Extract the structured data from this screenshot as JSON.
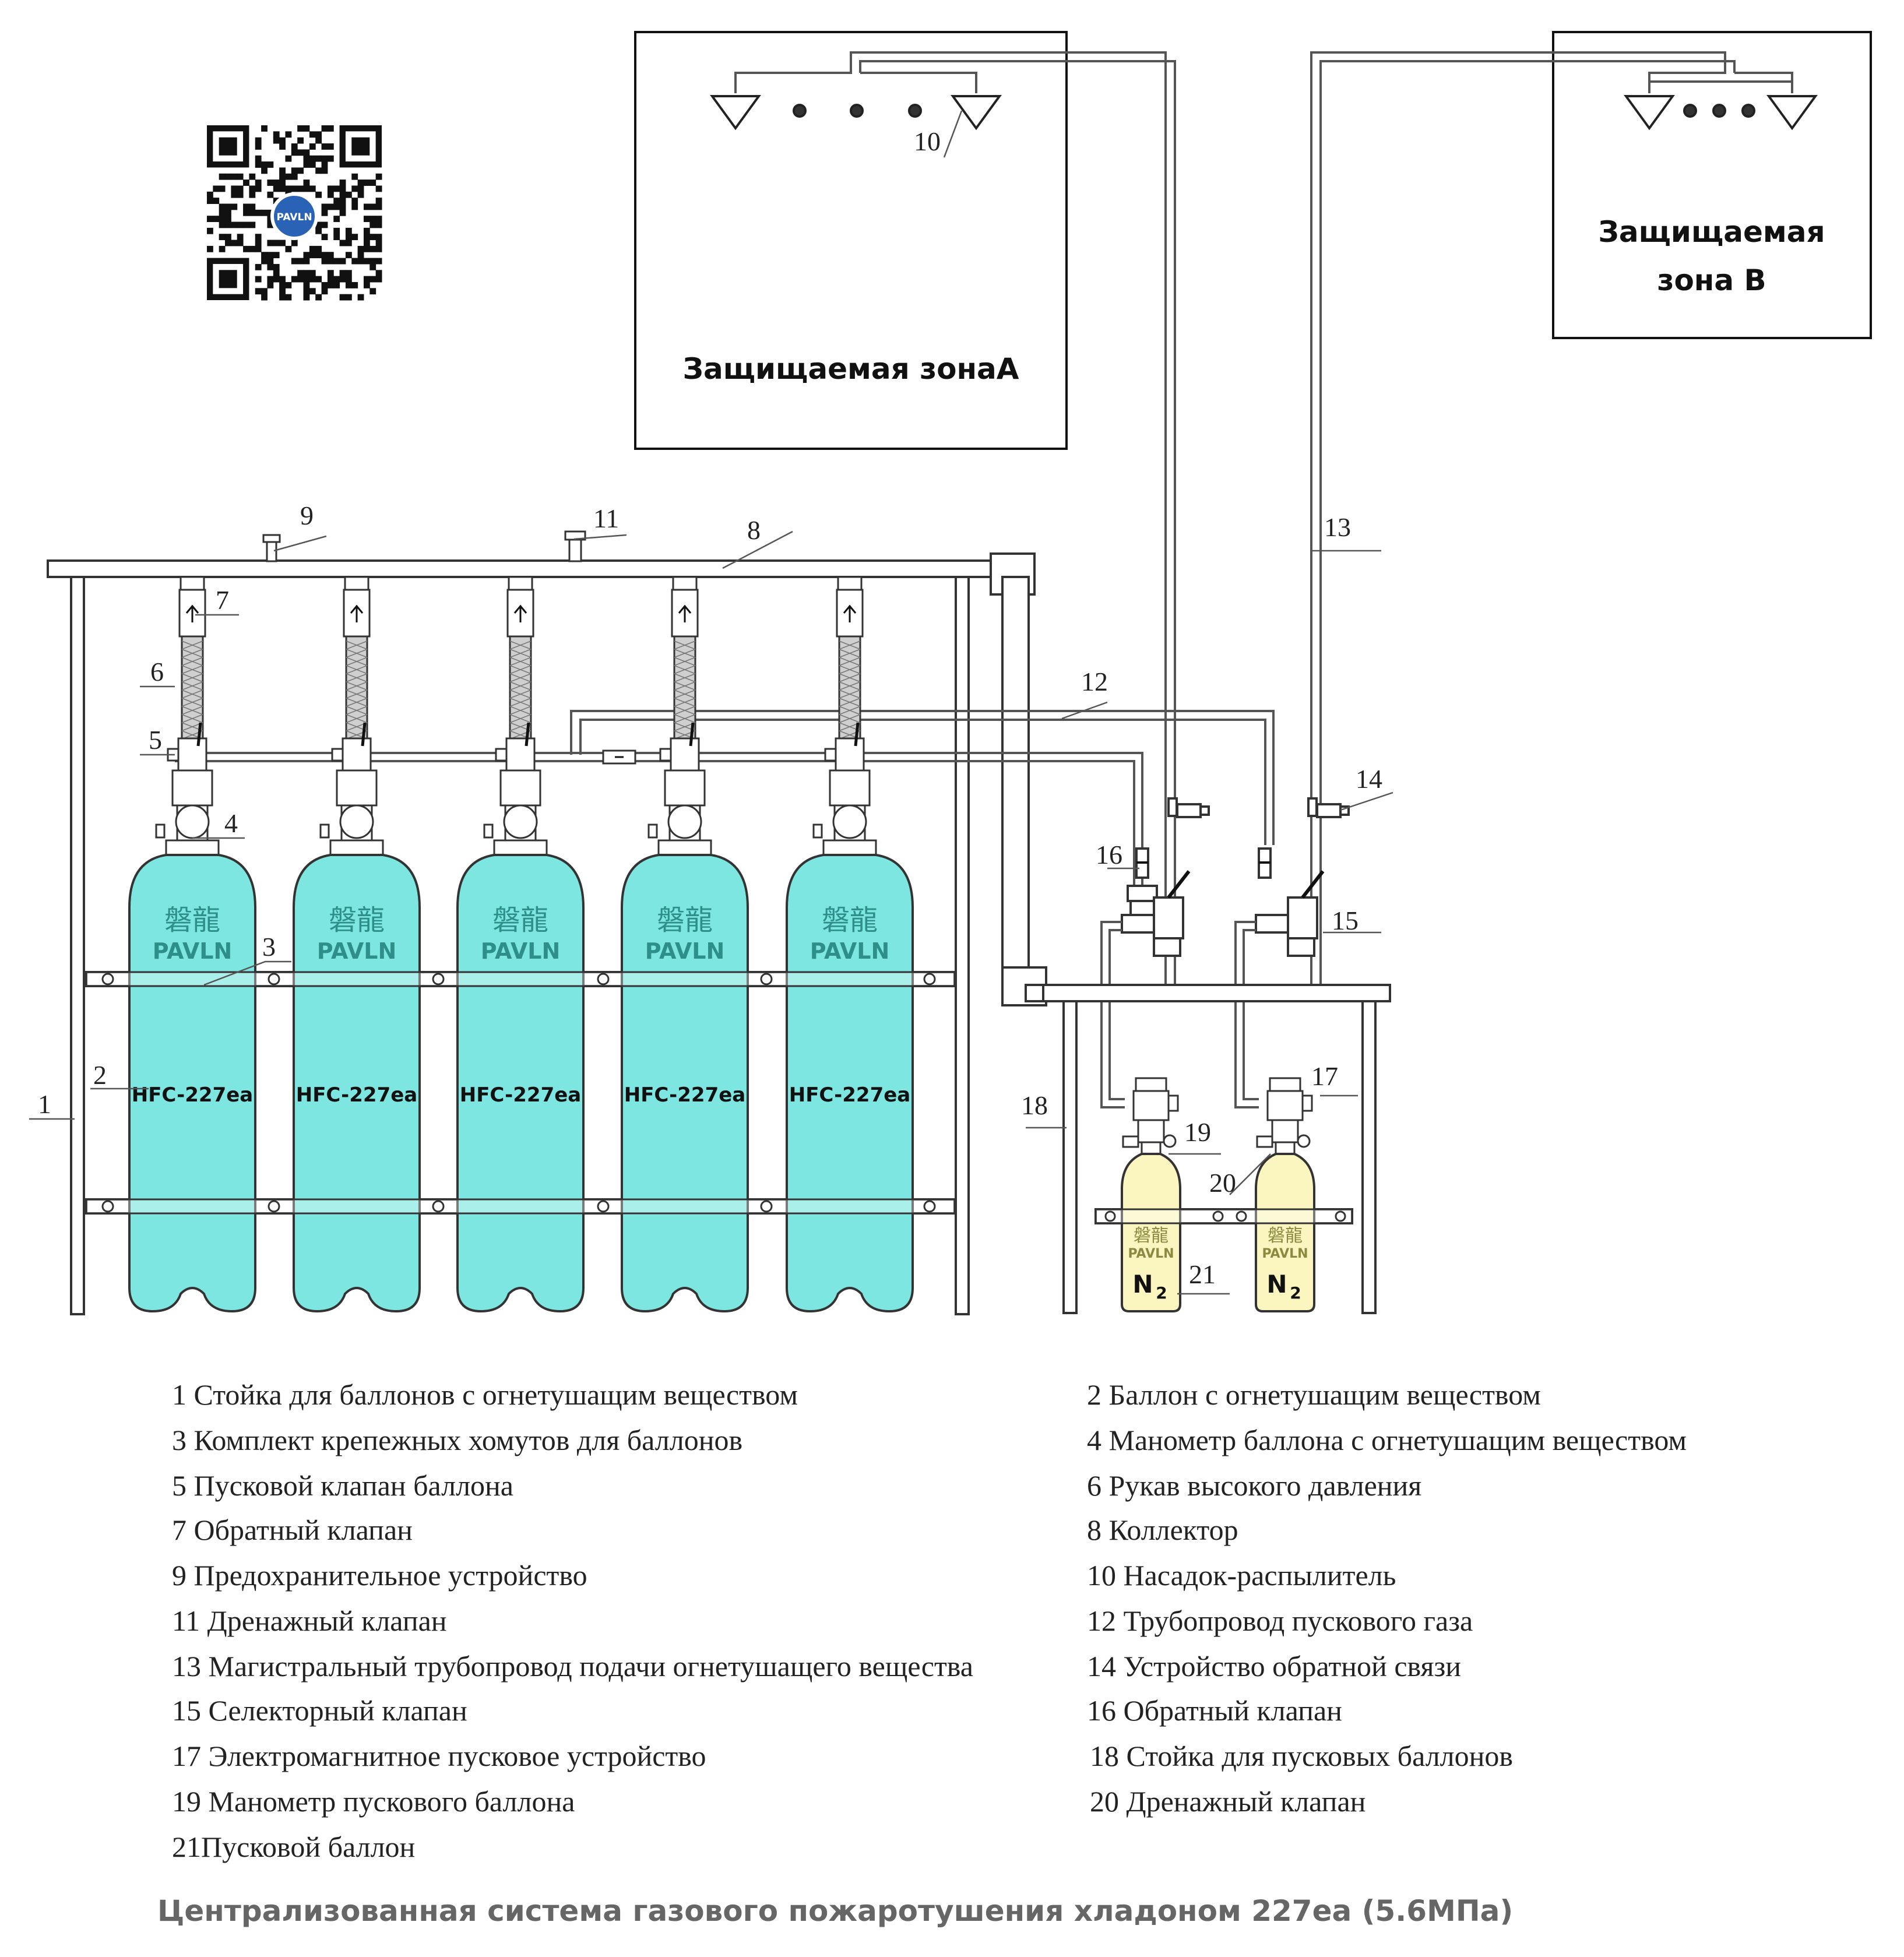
{
  "zones": {
    "zone_a": "Защищаемая зонаA",
    "zone_b_line1": "Защищаемая",
    "zone_b_line2": "зона B"
  },
  "qr": {
    "logo_text": "PAVLN"
  },
  "cylinders": {
    "brand_cn": "磐龍",
    "brand": "PAVLN",
    "agent": "HFC-227ea",
    "count": 5
  },
  "pilot_cylinders": {
    "brand_cn": "磐龍",
    "brand": "PAVLN",
    "gas": "N",
    "gas_sub": "2",
    "count": 2
  },
  "callouts": [
    "1",
    "2",
    "3",
    "4",
    "5",
    "6",
    "7",
    "8",
    "9",
    "10",
    "11",
    "12",
    "13",
    "14",
    "15",
    "16",
    "17",
    "18",
    "19",
    "20",
    "21"
  ],
  "legend": {
    "left": [
      "1 Стойка для баллонов с огнетушащим веществом",
      "3 Комплект крепежных хомутов для баллонов",
      "5 Пусковой клапан баллона",
      "7 Обратный клапан",
      "9 Предохранительное устройство",
      "11 Дренажный клапан",
      "13 Магистральный трубопровод подачи огнетушащего вещества",
      "15 Селекторный клапан",
      "17 Электромагнитное пусковое устройство",
      "19 Манометр пускового баллона",
      "21Пусковой баллон"
    ],
    "right": [
      "2 Баллон с огнетушащим веществом",
      "4 Манометр баллона с огнетушащим веществом",
      "6 Рукав высокого давления",
      "8 Коллектор",
      "10 Насадок-распылитель",
      "12 Трубопровод пускового газа",
      "14 Устройство обратной связи",
      "16 Обратный клапан",
      "18 Стойка для пусковых баллонов",
      "20 Дренажный клапан"
    ]
  },
  "caption": "Централизованная система газового пожаротушения хладоном 227ea (5.6МПа)",
  "colors": {
    "cylinder_fill": "#7ee6e0",
    "pilot_fill": "#fbf6c0",
    "line": "#333333",
    "caption": "#666666"
  }
}
